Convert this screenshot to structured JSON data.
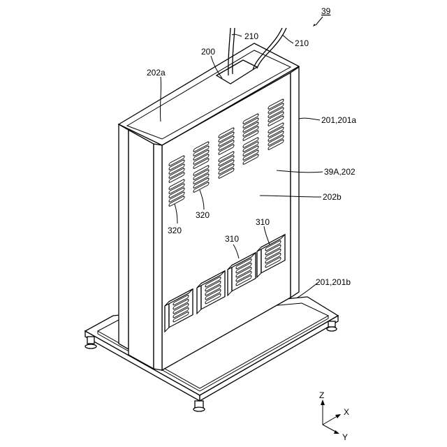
{
  "figure": {
    "number": "39"
  },
  "labels": {
    "l210a": "210",
    "l210b": "210",
    "l200": "200",
    "l202a": "202a",
    "l201_201a": "201,201a",
    "l39A_202": "39A,202",
    "l202b": "202b",
    "l320a": "320",
    "l320b": "320",
    "l310a": "310",
    "l310b": "310",
    "l201_201b": "201,201b"
  },
  "axes": {
    "z": "Z",
    "x": "X",
    "y": "Y"
  }
}
